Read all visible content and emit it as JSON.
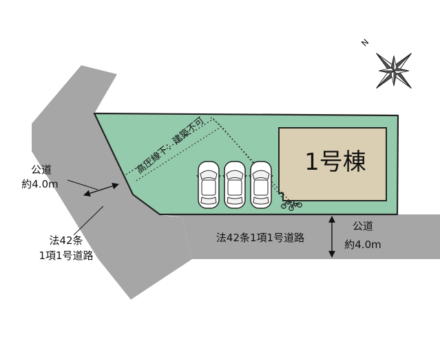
{
  "building": {
    "label": "1号棟"
  },
  "powerline": {
    "label": "高圧線下：建築不可"
  },
  "left_road": {
    "width_line1": "公道",
    "width_line2": "約4.0m",
    "law_line1": "法42条",
    "law_line2": "1項1号道路"
  },
  "bottom_road": {
    "law_label": "法42条1項1号道路",
    "width_line1": "公道",
    "width_line2": "約4.0m"
  },
  "compass": {
    "north_label": "N"
  },
  "parking": {
    "car_count": 3,
    "bicycle_count": 2
  },
  "colors": {
    "road": "#a6a6a6",
    "lot": "#95cbad",
    "building": "#dacfb3",
    "outline": "#222222"
  }
}
